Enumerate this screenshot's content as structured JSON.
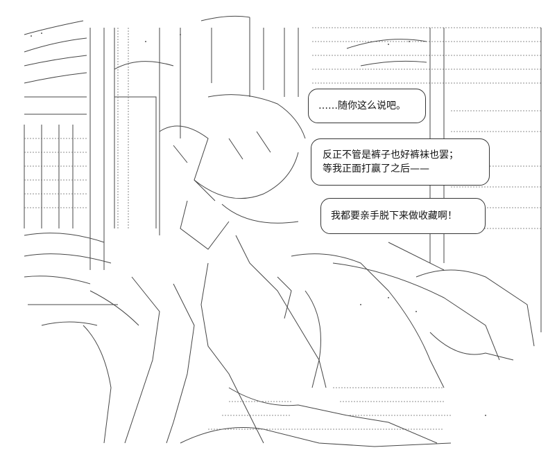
{
  "dialogue": {
    "bubble_1": "……随你这么说吧。",
    "bubble_2_line_1": "反正不管是裤子也好裤袜也罢；",
    "bubble_2_line_2": "等我正面打赢了之后——",
    "bubble_3": "我都要亲手脱下来做收藏啊！"
  },
  "colors": {
    "background": "#ffffff",
    "ink": "#444444"
  }
}
